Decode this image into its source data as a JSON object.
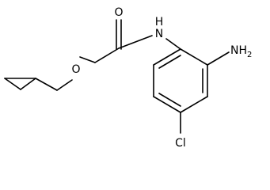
{
  "molecule": {
    "atoms": {
      "carbonyl_oxygen": "O",
      "amide_nitrogen": "N",
      "amide_hydrogen": "H",
      "ether_oxygen": "O",
      "amino_group": "NH",
      "amino_subscript": "2",
      "chlorine": "Cl"
    },
    "colors": {
      "bond": "#000000",
      "text": "#000000",
      "background": "#ffffff"
    }
  }
}
